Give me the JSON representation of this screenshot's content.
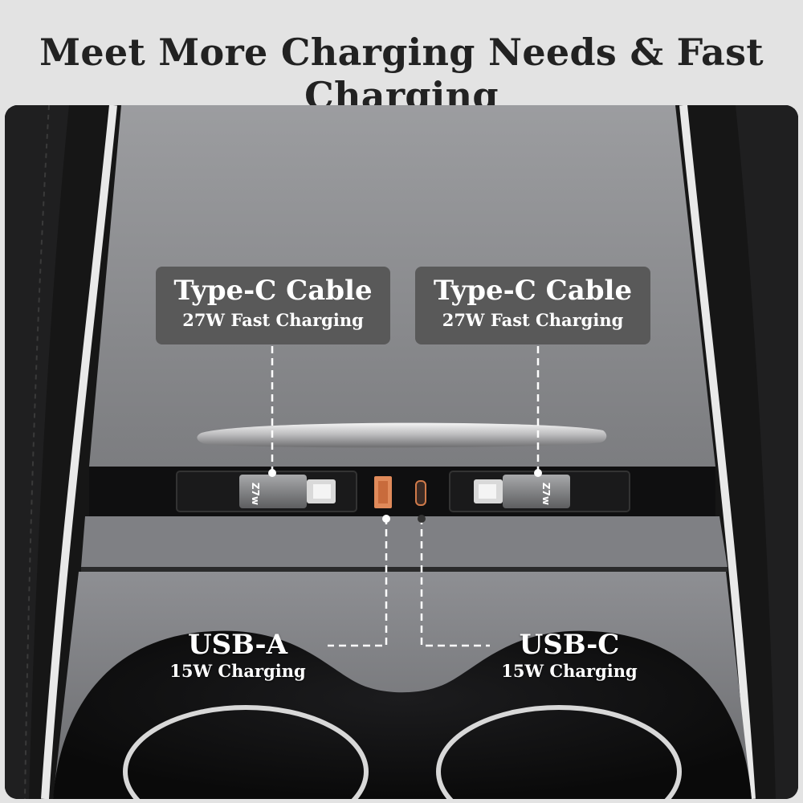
{
  "headline": "Meet More Charging Needs & Fast Charging",
  "callouts": [
    {
      "title": "Type-C Cable",
      "detail": "27W Fast Charging"
    },
    {
      "title": "Type-C Cable",
      "detail": "27W Fast Charging"
    }
  ],
  "ports": [
    {
      "title": "USB-A",
      "detail": "15W Charging"
    },
    {
      "title": "USB-C",
      "detail": "15W Charging"
    }
  ],
  "brand_mark": "Z7w",
  "colors": {
    "headline_text": "#222222",
    "callout_bg": "#555555",
    "usb_a_port": "#e08a5a",
    "console_gray": "#8a8b8e"
  }
}
